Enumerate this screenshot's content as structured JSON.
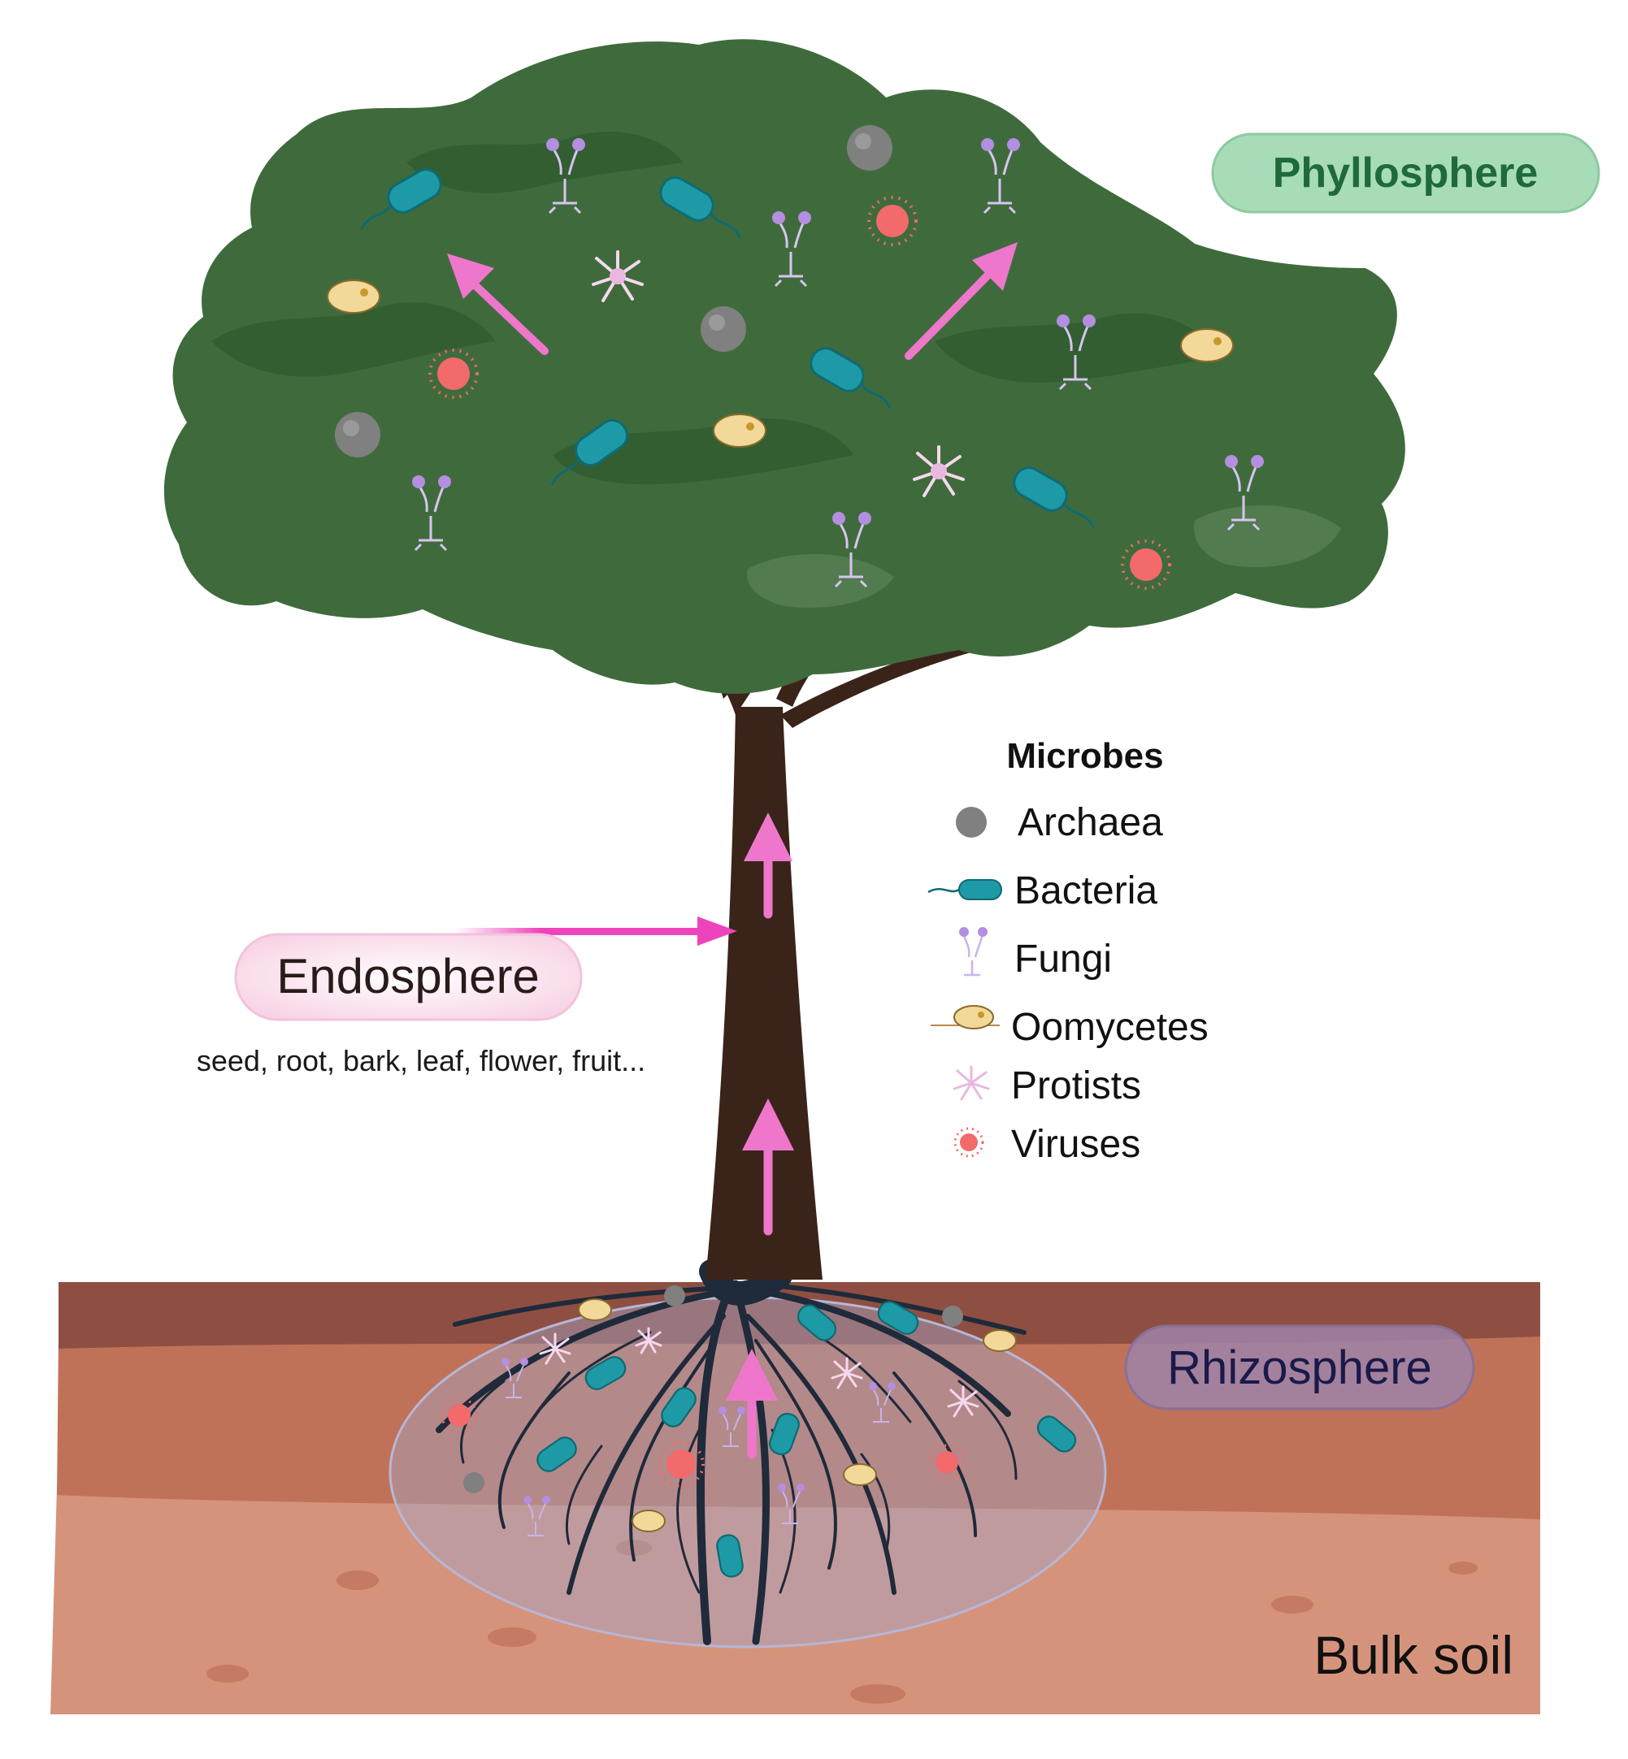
{
  "regions": {
    "phyllosphere": "Phyllosphere",
    "endosphere": "Endosphere",
    "endosphere_subtitle": "seed, root, bark, leaf, flower, fruit...",
    "rhizosphere": "Rhizosphere",
    "bulk_soil": "Bulk soil"
  },
  "legend": {
    "title": "Microbes",
    "items": [
      {
        "label": "Archaea",
        "icon": "archaea-icon"
      },
      {
        "label": "Bacteria",
        "icon": "bacteria-icon"
      },
      {
        "label": "Fungi",
        "icon": "fungi-icon"
      },
      {
        "label": "Oomycetes",
        "icon": "oomycetes-icon"
      },
      {
        "label": "Protists",
        "icon": "protists-icon"
      },
      {
        "label": "Viruses",
        "icon": "viruses-icon"
      }
    ]
  },
  "colors": {
    "canopy": "#3f6b3c",
    "canopy_dark": "#2f5a2d",
    "trunk": "#3a2419",
    "roots": "#1f2a3a",
    "soil_top": "#8e4f42",
    "soil_mid": "#c07258",
    "soil_bottom": "#d6937c",
    "arrow": "#ee77cc",
    "archaea": "#808080",
    "bacteria": "#1e9aa6",
    "fungi": "#b48ee0",
    "oomycetes": "#f2d99a",
    "protists": "#e8b8e0",
    "viruses": "#f26a6a",
    "phyllosphere_badge": "#a8dcb8",
    "endosphere_badge": "#fbe3ef",
    "rhizosphere_badge": "#9d82a8"
  }
}
